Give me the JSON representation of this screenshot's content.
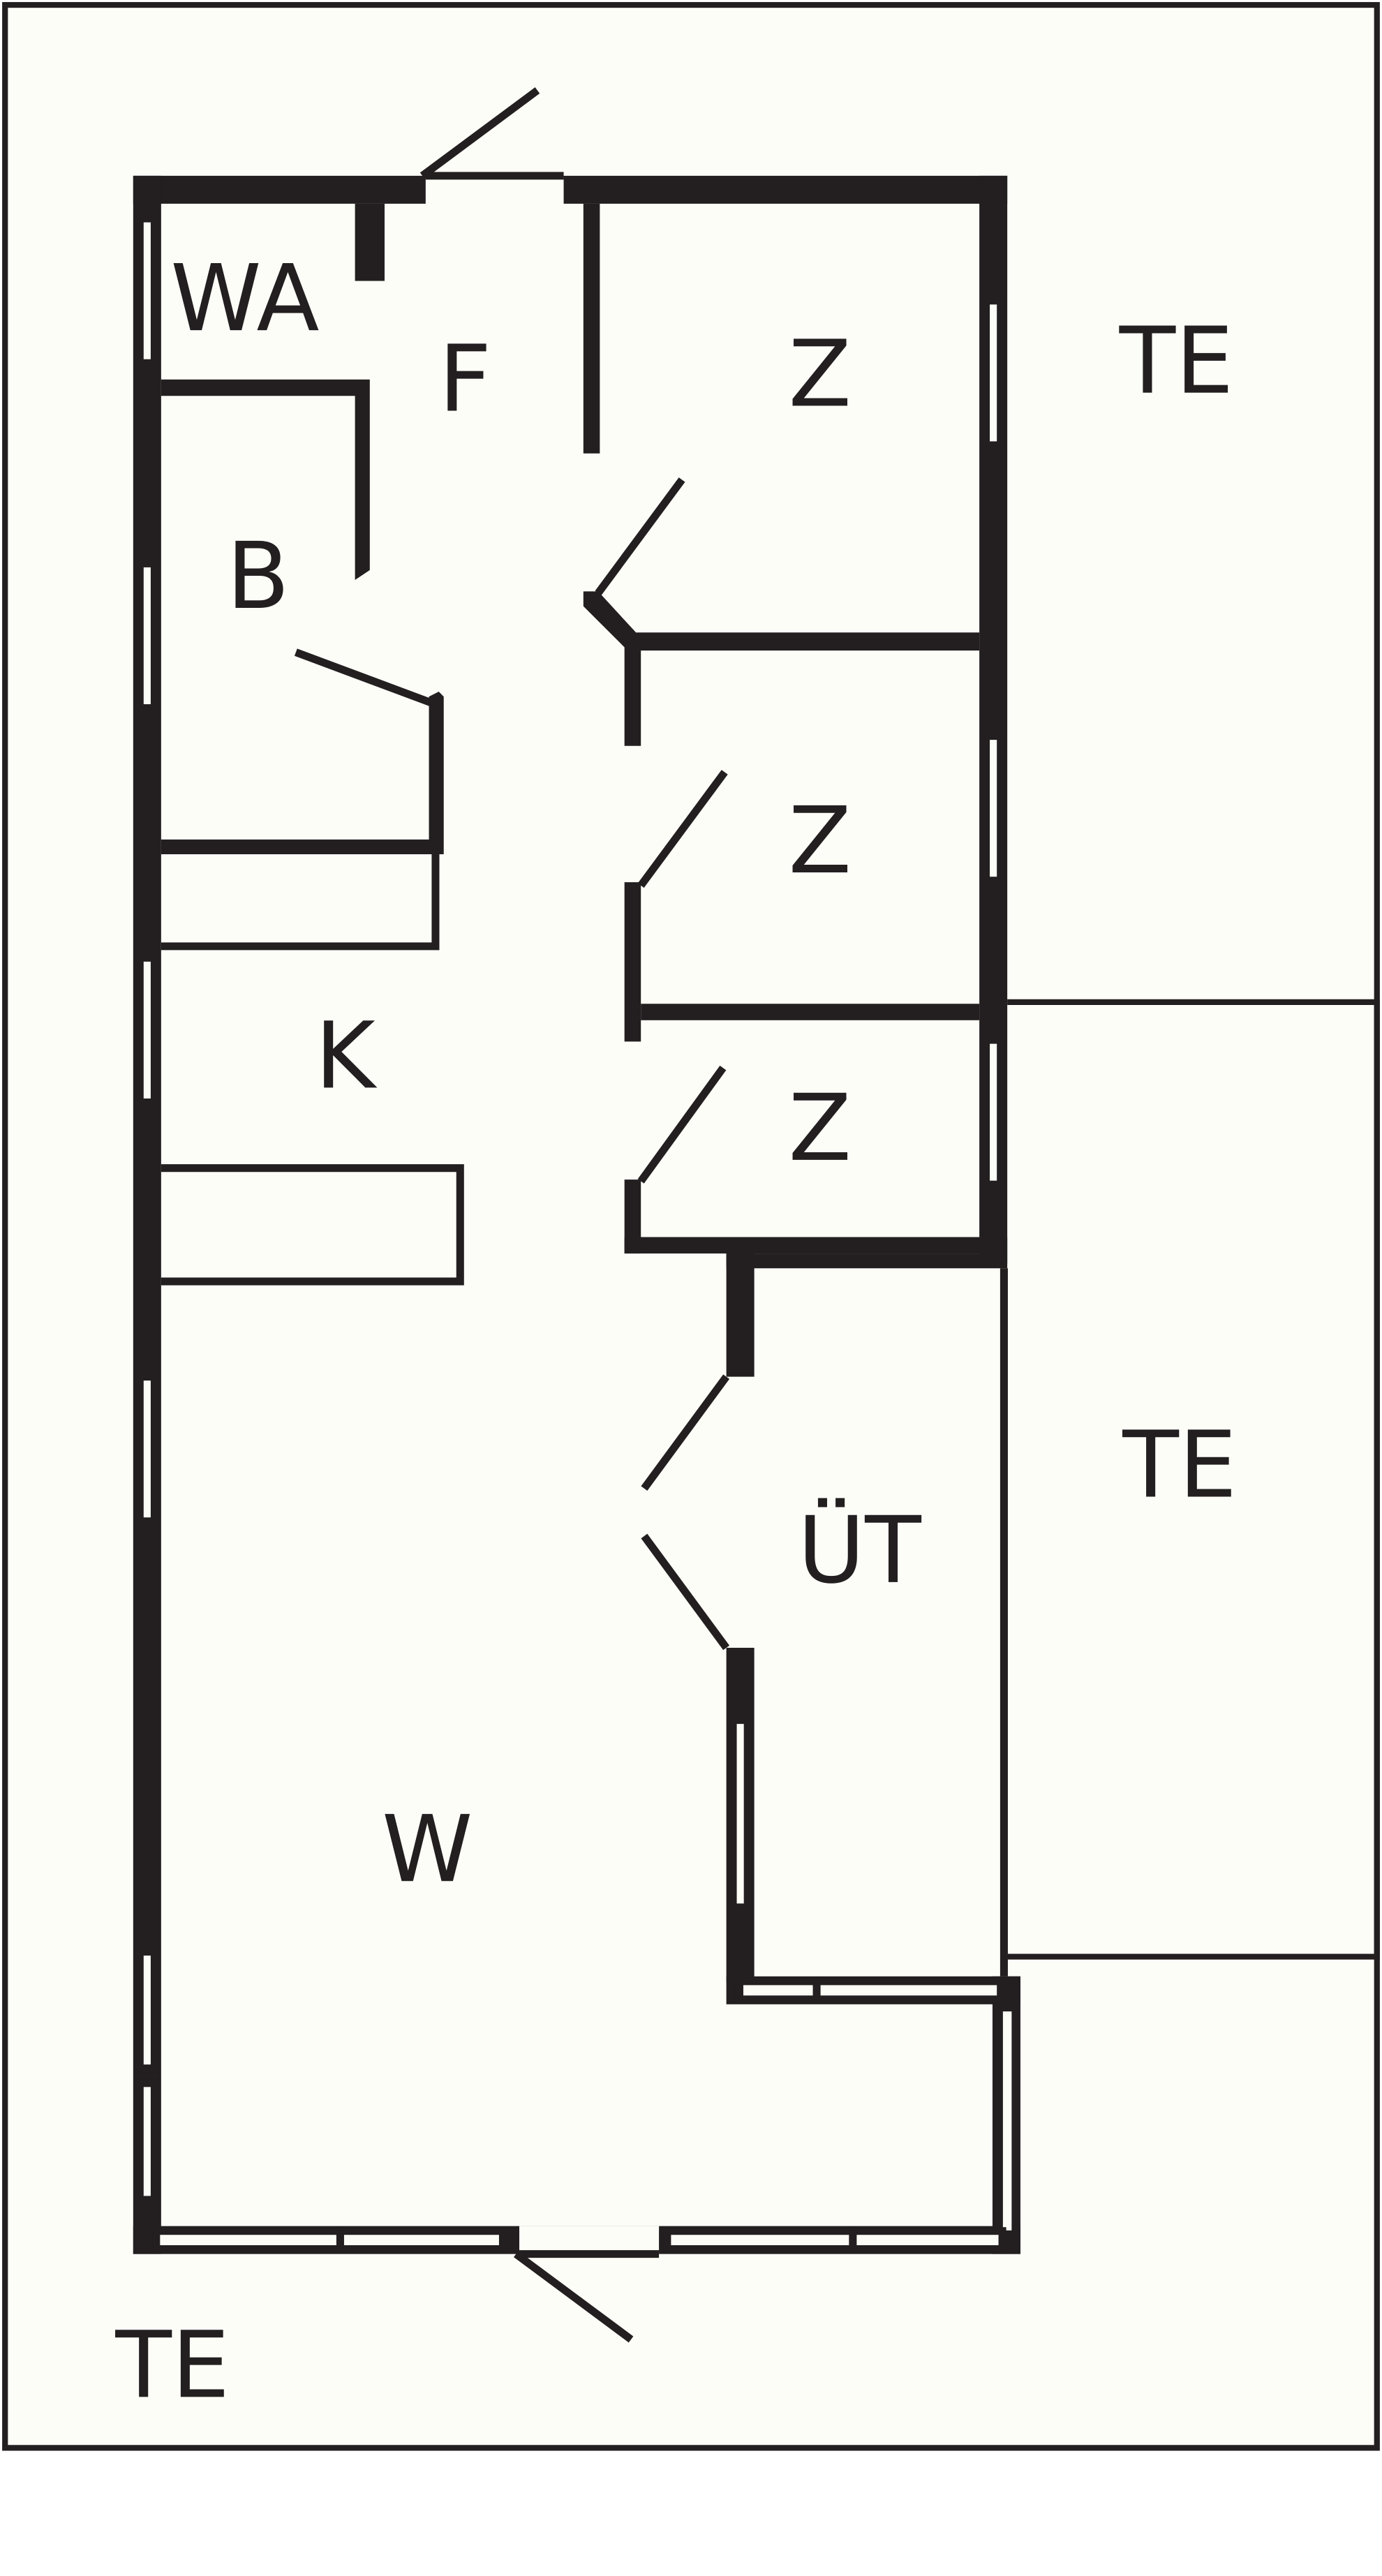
{
  "floor_plan": {
    "rooms": {
      "wc": "WA",
      "hall": "F",
      "bath": "B",
      "bedroom_1": "Z",
      "bedroom_2": "Z",
      "bedroom_3": "Z",
      "kitchen": "K",
      "utility": "ÜT",
      "living": "W"
    },
    "outdoor": {
      "terrace_top": "TE",
      "terrace_middle": "TE",
      "terrace_bottom": "TE"
    }
  },
  "colors": {
    "ink": "#231f20",
    "paper": "#fdfdf8",
    "page": "#ffffff"
  }
}
